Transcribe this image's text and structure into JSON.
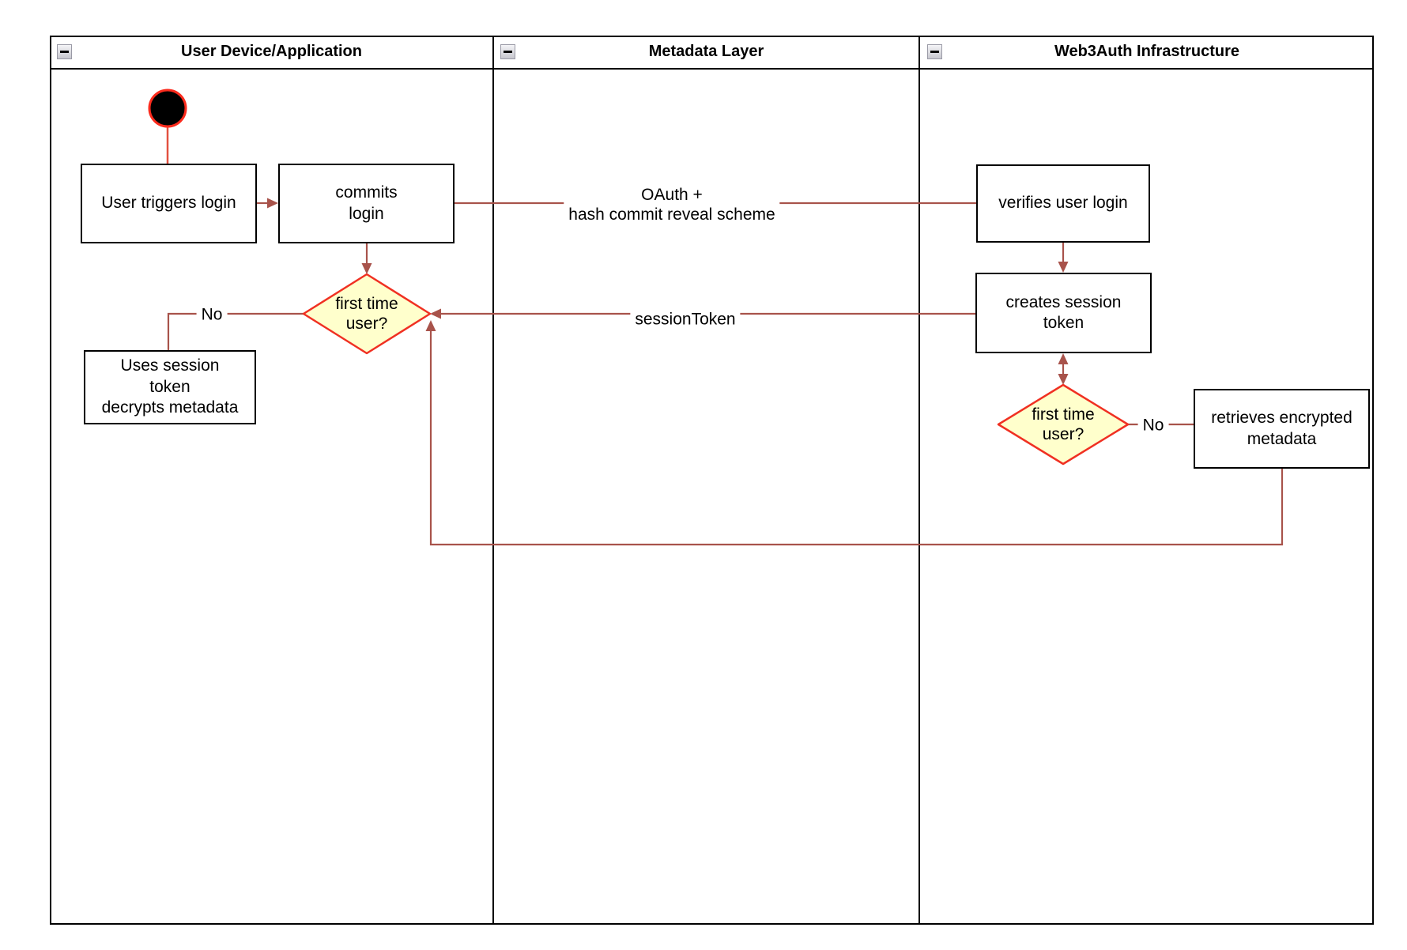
{
  "diagram": {
    "lanes": [
      {
        "title": "User Device/Application"
      },
      {
        "title": "Metadata Layer"
      },
      {
        "title": "Web3Auth Infrastructure"
      }
    ],
    "nodes": {
      "user_triggers_login": "User triggers login",
      "commits_login": "commits\nlogin",
      "first_time_user_left": "first time\nuser?",
      "uses_session_token": "Uses session\ntoken\ndecrypts metadata",
      "verifies_user_login": "verifies user login",
      "creates_session_token": "creates session\ntoken",
      "first_time_user_right": "first time\nuser?",
      "retrieves_encrypted_metadata": "retrieves encrypted\nmetadata"
    },
    "edge_labels": {
      "oauth": "OAuth +\nhash commit reveal scheme",
      "session_token": "sessionToken",
      "no_left": "No",
      "no_right": "No"
    },
    "icons": {
      "collapse": "minus-icon"
    }
  },
  "colors": {
    "connector": "#a8534b",
    "node-border": "#000000",
    "node-fill": "#ffffff",
    "decision-fill": "#ffffcc",
    "decision-border": "#f03022",
    "start-fill": "#000000",
    "start-border": "#fb2b1d",
    "start-line": "#e35140",
    "lane-border": "#000000"
  }
}
